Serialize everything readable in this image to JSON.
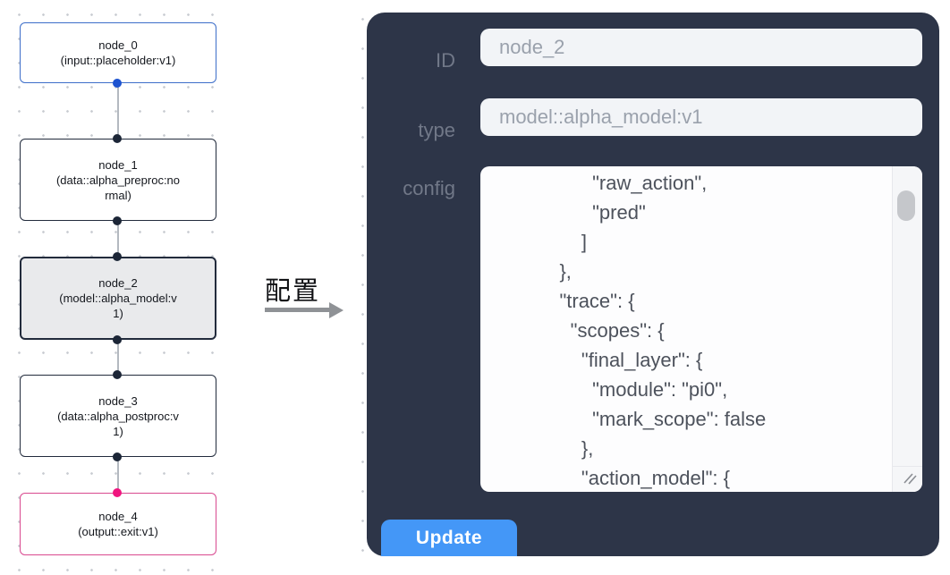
{
  "flow": {
    "nodes": [
      {
        "title": "node_0",
        "subtitle": "(input::placeholder:v1)",
        "kind": "input",
        "accent": "#3d6ec9",
        "port_color": "#1d53d0"
      },
      {
        "title": "node_1",
        "subtitle": "(data::alpha_preproc:normal)",
        "kind": "data",
        "accent": "#222b3c",
        "port_color": "#1c2637"
      },
      {
        "title": "node_2",
        "subtitle": "(model::alpha_model:v1)",
        "kind": "model",
        "selected": "true",
        "accent": "#222b3c",
        "port_color": "#1c2637"
      },
      {
        "title": "node_3",
        "subtitle": "(data::alpha_postproc:v1)",
        "kind": "data",
        "accent": "#222b3c",
        "port_color": "#1c2637"
      },
      {
        "title": "node_4",
        "subtitle": "(output::exit:v1)",
        "kind": "output",
        "accent": "#d9498f",
        "port_color": "#f0157f"
      }
    ]
  },
  "annotation": {
    "label": "配置",
    "arrow_color": "#8f9296"
  },
  "panel": {
    "background": "#2d3548",
    "fields": [
      {
        "label": "ID",
        "value": "node_2"
      },
      {
        "label": "type",
        "value": "model::alpha_model:v1"
      }
    ],
    "config_label": "config",
    "config_lines": [
      "          \"raw_action\",",
      "          \"pred\"",
      "        ]",
      "    },",
      "    \"trace\": {",
      "      \"scopes\": {",
      "        \"final_layer\": {",
      "          \"module\": \"pi0\",",
      "          \"mark_scope\": false",
      "        },",
      "        \"action_model\": {"
    ],
    "update_label": "Update",
    "accent": "#4497f7"
  }
}
